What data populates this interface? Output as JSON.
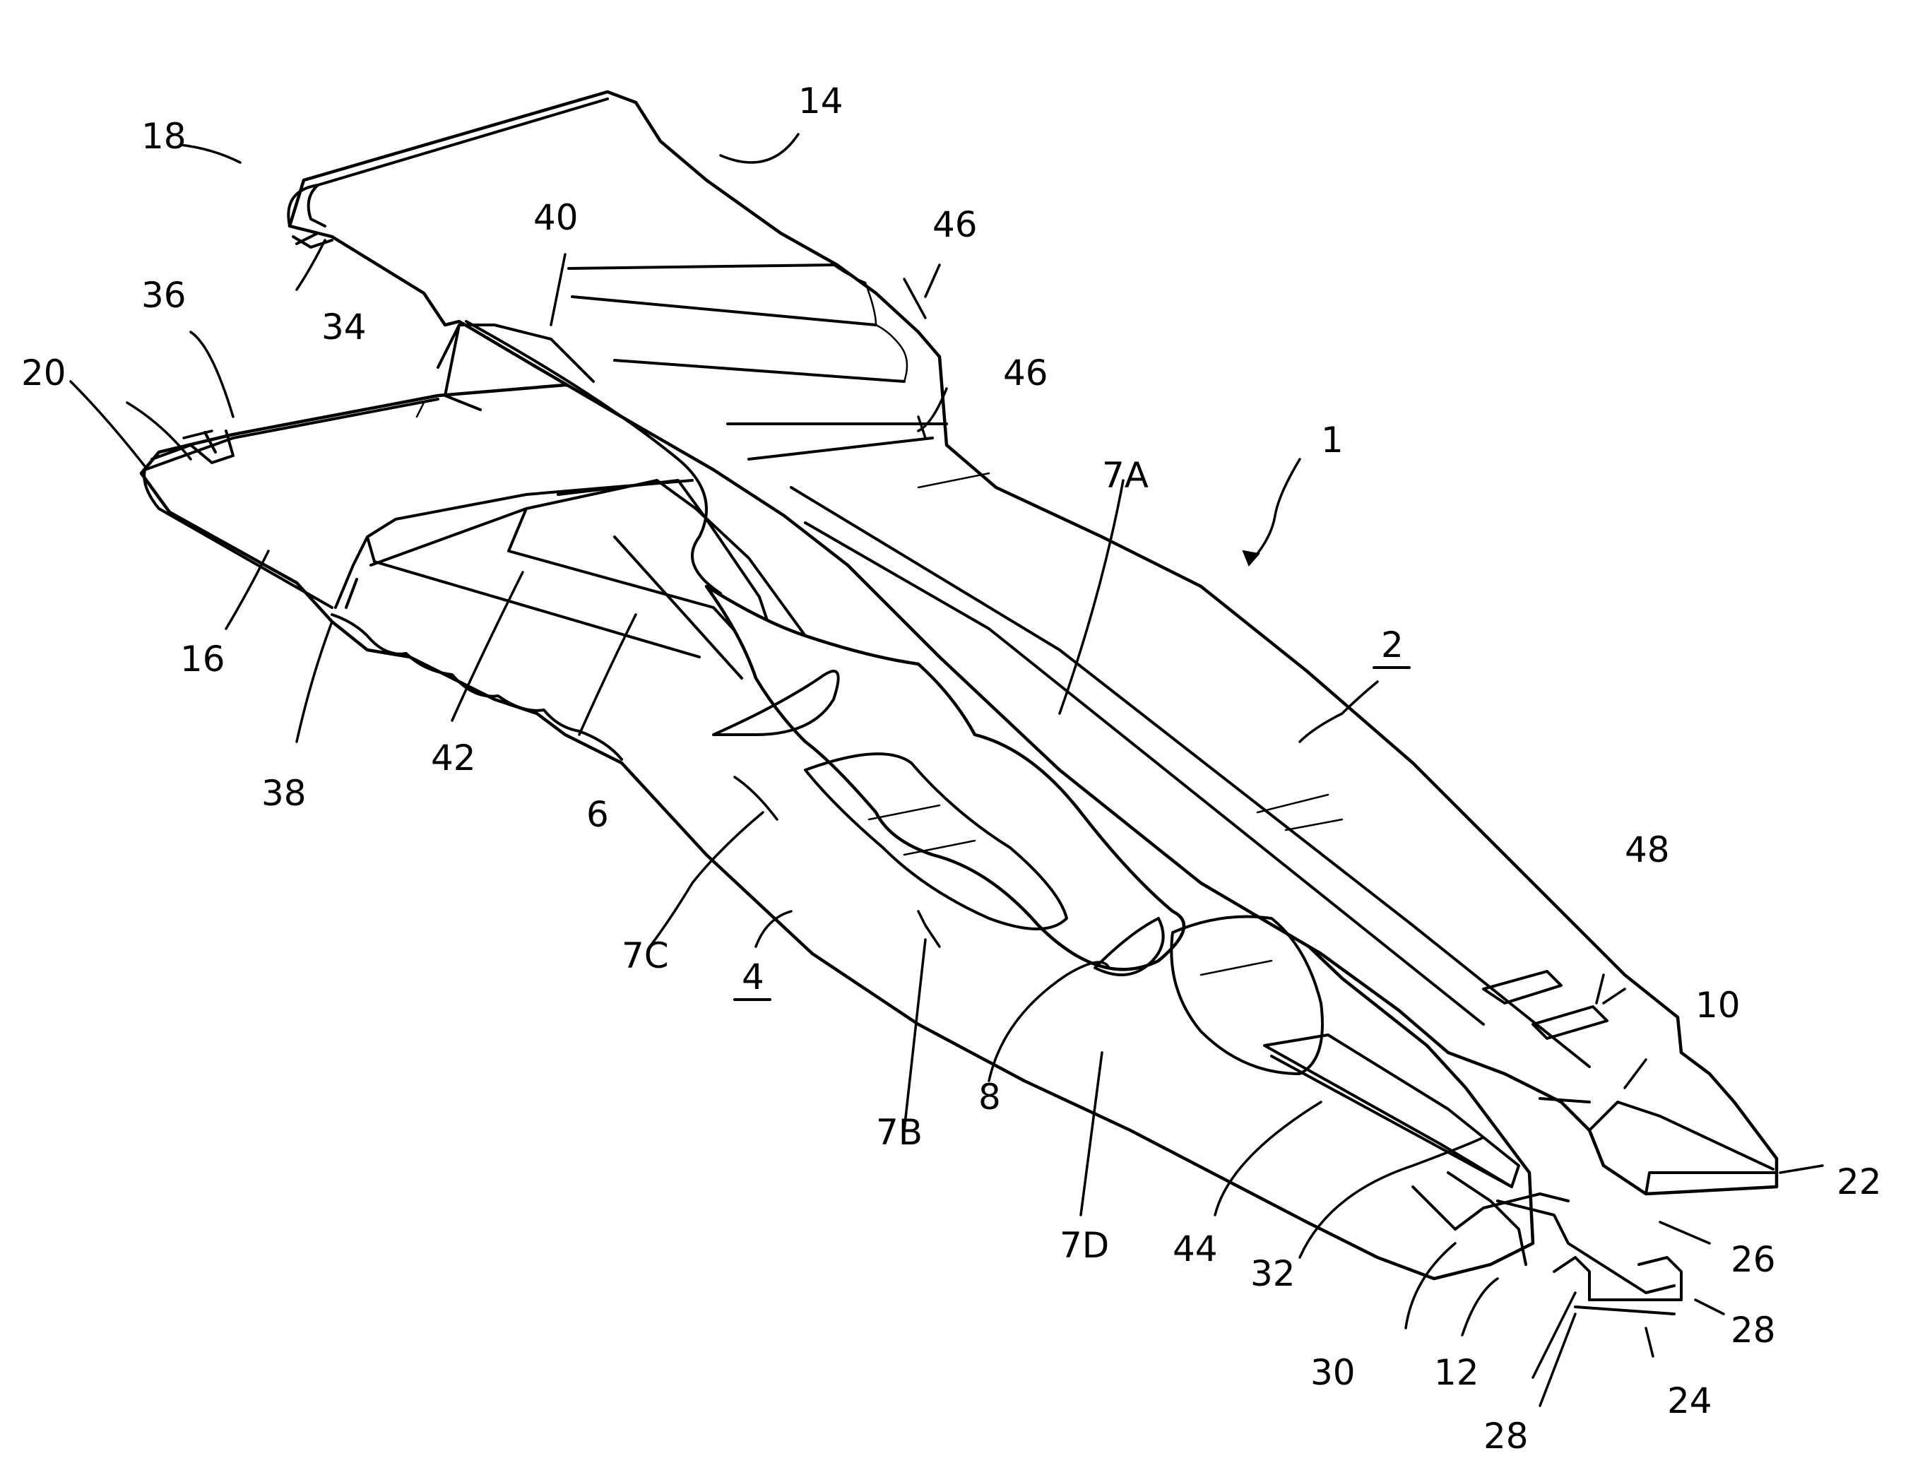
{
  "figure": {
    "labels": [
      {
        "id": "l1",
        "text": "1"
      },
      {
        "id": "l2",
        "text": "2"
      },
      {
        "id": "l4",
        "text": "4"
      },
      {
        "id": "l6",
        "text": "6"
      },
      {
        "id": "l7a",
        "text": "7A"
      },
      {
        "id": "l7b",
        "text": "7B"
      },
      {
        "id": "l7c",
        "text": "7C"
      },
      {
        "id": "l7d",
        "text": "7D"
      },
      {
        "id": "l8",
        "text": "8"
      },
      {
        "id": "l10",
        "text": "10"
      },
      {
        "id": "l12",
        "text": "12"
      },
      {
        "id": "l14",
        "text": "14"
      },
      {
        "id": "l16",
        "text": "16"
      },
      {
        "id": "l18",
        "text": "18"
      },
      {
        "id": "l20",
        "text": "20"
      },
      {
        "id": "l22",
        "text": "22"
      },
      {
        "id": "l24",
        "text": "24"
      },
      {
        "id": "l26",
        "text": "26"
      },
      {
        "id": "l28a",
        "text": "28"
      },
      {
        "id": "l28b",
        "text": "28"
      },
      {
        "id": "l30",
        "text": "30"
      },
      {
        "id": "l32",
        "text": "32"
      },
      {
        "id": "l34",
        "text": "34"
      },
      {
        "id": "l36",
        "text": "36"
      },
      {
        "id": "l38",
        "text": "38"
      },
      {
        "id": "l40",
        "text": "40"
      },
      {
        "id": "l42",
        "text": "42"
      },
      {
        "id": "l44",
        "text": "44"
      },
      {
        "id": "l46a",
        "text": "46"
      },
      {
        "id": "l46b",
        "text": "46"
      },
      {
        "id": "l48",
        "text": "48"
      }
    ]
  }
}
